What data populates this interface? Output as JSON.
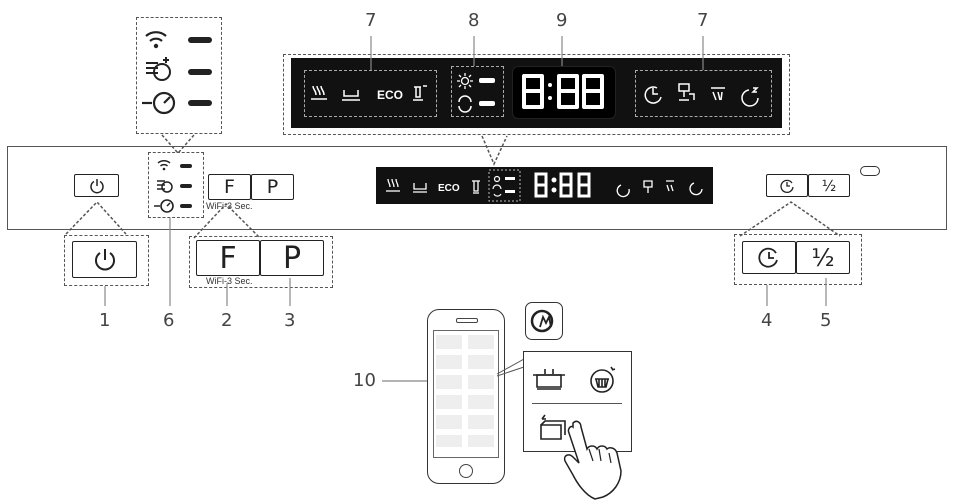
{
  "panel": {
    "fp_left": "F",
    "fp_right": "P",
    "wifi_hint_small": "WiFi-3 Sec.",
    "wifi_hint_large": "WiFi-3 Sec.",
    "half_load": "½",
    "eco_label": "ECO",
    "display_digits": "8:88"
  },
  "callouts": {
    "n1": "1",
    "n2": "2",
    "n3": "3",
    "n4": "4",
    "n5": "5",
    "n6": "6",
    "n7a": "7",
    "n7b": "7",
    "n8": "8",
    "n9": "9",
    "n10": "10"
  },
  "icons": [
    "wifi-icon",
    "auto-dry-icon",
    "delay-icon",
    "power-icon",
    "clock-icon",
    "intensive-icon",
    "glass-icon",
    "eco-icon",
    "rinse-icon",
    "salt-icon",
    "rinse-aid-icon",
    "quick-icon",
    "extra-dry-icon",
    "steam-icon",
    "night-icon",
    "app-icon",
    "pot-icon",
    "basket-icon",
    "tray-icon",
    "hand-icon"
  ]
}
